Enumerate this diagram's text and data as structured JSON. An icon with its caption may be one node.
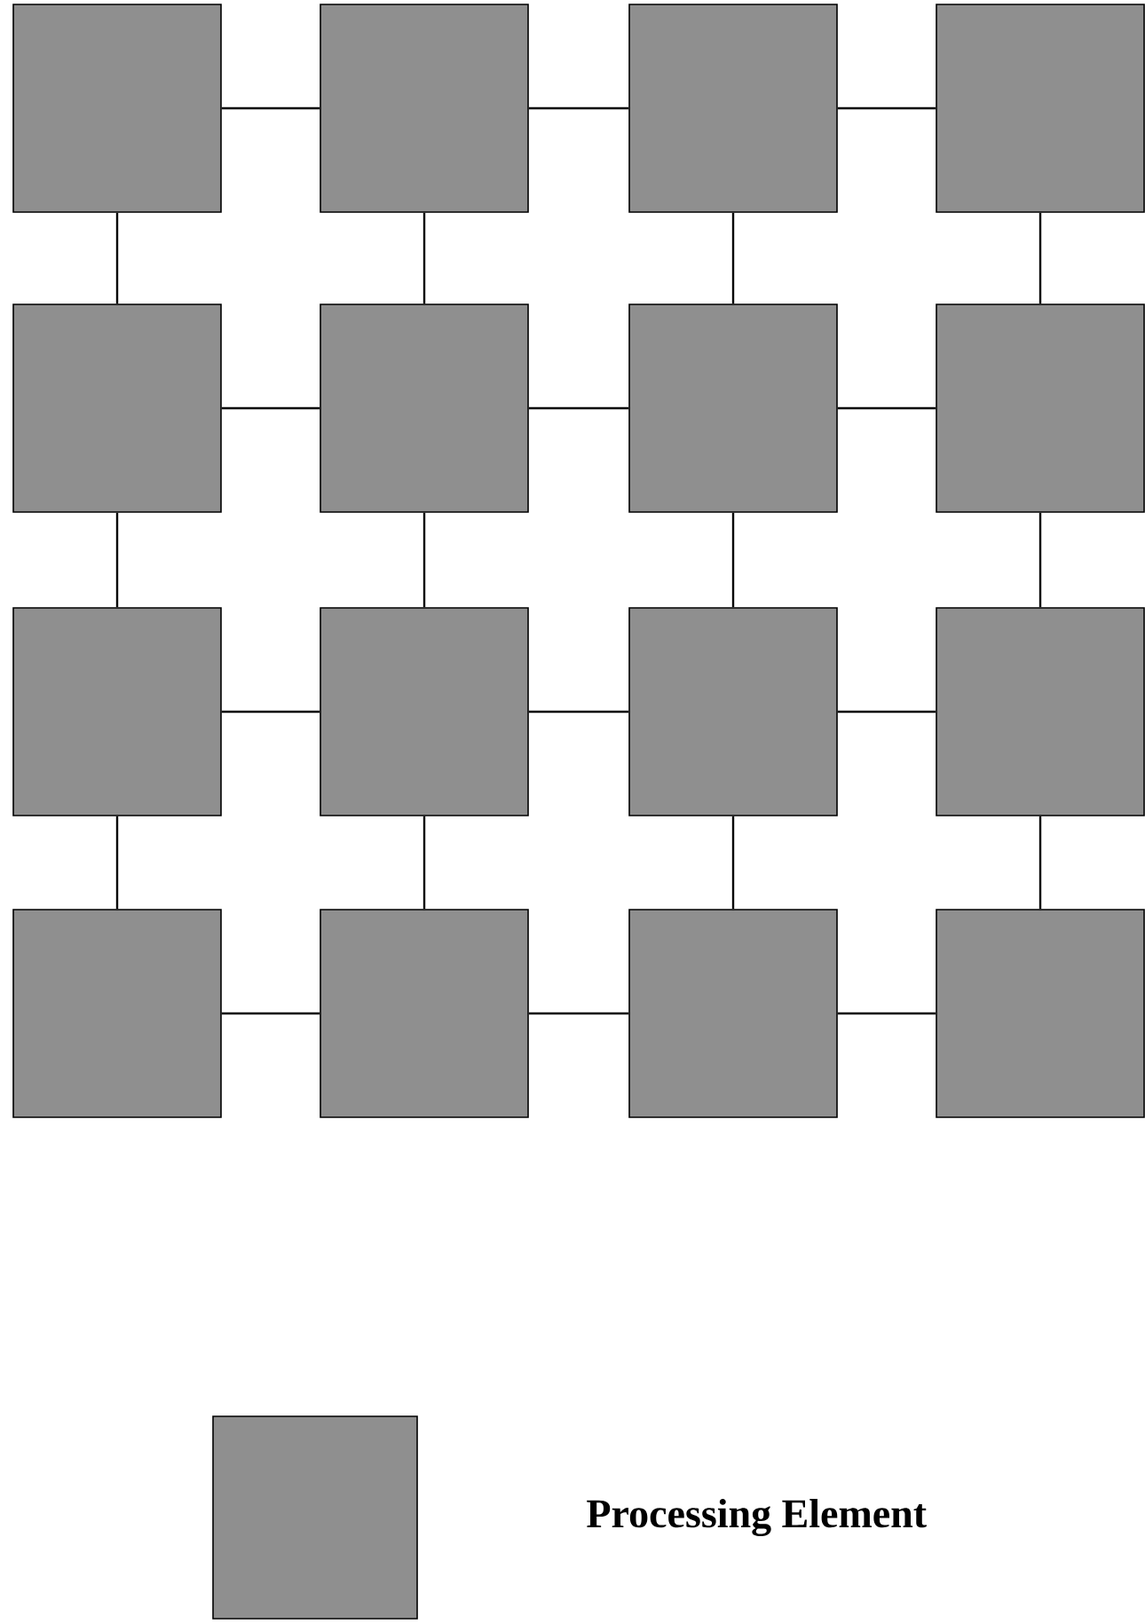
{
  "diagram": {
    "nodes": [
      {
        "text": [],
        "shape": "box"
      },
      {
        "text": [],
        "shape": "box"
      },
      {
        "text": [],
        "shape": "box"
      },
      {
        "text": [],
        "shape": "box"
      },
      {
        "text": [],
        "shape": "box"
      },
      {
        "text": [],
        "shape": "box"
      },
      {
        "text": [],
        "shape": "box"
      },
      {
        "text": [],
        "shape": "box"
      },
      {
        "text": [],
        "shape": "box"
      },
      {
        "text": [],
        "shape": "box"
      },
      {
        "text": [],
        "shape": "box"
      },
      {
        "text": [],
        "shape": "box"
      },
      {
        "text": [],
        "shape": "box"
      },
      {
        "text": [],
        "shape": "box"
      },
      {
        "text": [],
        "shape": "box"
      },
      {
        "text": [],
        "shape": "box"
      }
    ],
    "edges": [
      {
        "from": 0,
        "to": 1,
        "arrow": "none"
      },
      {
        "from": 1,
        "to": 2,
        "arrow": "none"
      },
      {
        "from": 2,
        "to": 3,
        "arrow": "none"
      },
      {
        "from": 0,
        "to": 4,
        "arrow": "none"
      },
      {
        "from": 1,
        "to": 5,
        "arrow": "none"
      },
      {
        "from": 2,
        "to": 6,
        "arrow": "none"
      },
      {
        "from": 3,
        "to": 7,
        "arrow": "none"
      },
      {
        "from": 4,
        "to": 5,
        "arrow": "none"
      },
      {
        "from": 5,
        "to": 6,
        "arrow": "none"
      },
      {
        "from": 6,
        "to": 7,
        "arrow": "none"
      },
      {
        "from": 4,
        "to": 8,
        "arrow": "none"
      },
      {
        "from": 5,
        "to": 9,
        "arrow": "none"
      },
      {
        "from": 6,
        "to": 10,
        "arrow": "none"
      },
      {
        "from": 7,
        "to": 11,
        "arrow": "none"
      },
      {
        "from": 8,
        "to": 9,
        "arrow": "none"
      },
      {
        "from": 9,
        "to": 10,
        "arrow": "none"
      },
      {
        "from": 10,
        "to": 11,
        "arrow": "none"
      },
      {
        "from": 8,
        "to": 12,
        "arrow": "none"
      },
      {
        "from": 9,
        "to": 13,
        "arrow": "none"
      },
      {
        "from": 10,
        "to": 14,
        "arrow": "none"
      },
      {
        "from": 11,
        "to": 15,
        "arrow": "none"
      },
      {
        "from": 12,
        "to": 13,
        "arrow": "none"
      },
      {
        "from": 13,
        "to": 14,
        "arrow": "none"
      },
      {
        "from": 14,
        "to": 15,
        "arrow": "none"
      }
    ],
    "legend": [
      {
        "text": "Processing Element",
        "color": "#8f8f8f"
      }
    ]
  }
}
